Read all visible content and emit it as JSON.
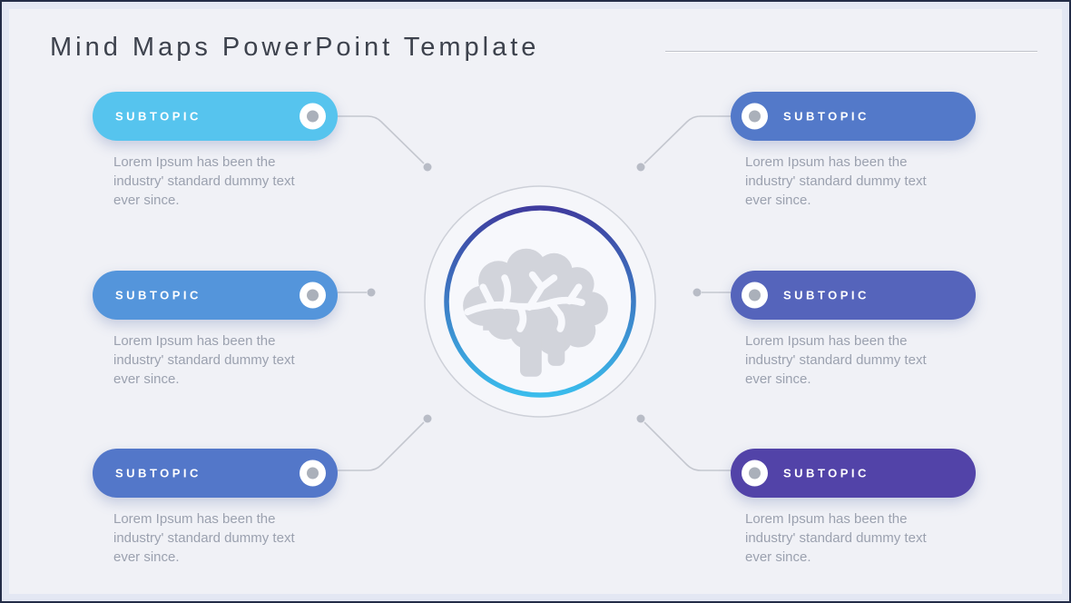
{
  "slide": {
    "title": "Mind Maps PowerPoint Template"
  },
  "colors": {
    "edge": "#232c47",
    "frame": "#e3e7f3",
    "background": "#f0f1f6",
    "title_text": "#3d424d",
    "divider": "#bfc2ca",
    "connector": "#c4c7cf",
    "connector_dot": "#b8bcc6",
    "pill_text": "#ffffff",
    "marker_outer": "#ffffff",
    "marker_inner": "#aab0ba",
    "body_text": "#9ba1af",
    "circle_fill": "#f5f6fa",
    "circle_border": "#cdd0d8",
    "circle_inner": "#f7f8fc",
    "ring_top": "#3f3c9e",
    "ring_bottom": "#3abcec",
    "brain": "#d2d4db"
  },
  "center": {
    "icon": "brain-icon"
  },
  "nodes": {
    "left": [
      {
        "label": "SUBTOPIC",
        "color": "#56C4EE",
        "lines": [
          "Lorem Ipsum has been the",
          "industry' standard dummy text",
          "ever since."
        ]
      },
      {
        "label": "SUBTOPIC",
        "color": "#5495DB",
        "lines": [
          "Lorem Ipsum has been the",
          "industry' standard dummy text",
          "ever since."
        ]
      },
      {
        "label": "SUBTOPIC",
        "color": "#5377C9",
        "lines": [
          "Lorem Ipsum has been the",
          "industry' standard dummy text",
          "ever since."
        ]
      }
    ],
    "right": [
      {
        "label": "SUBTOPIC",
        "color": "#5379C9",
        "lines": [
          "Lorem Ipsum has been the",
          "industry' standard dummy text",
          "ever since."
        ]
      },
      {
        "label": "SUBTOPIC",
        "color": "#5564BB",
        "lines": [
          "Lorem Ipsum has been the",
          "industry' standard dummy text",
          "ever since."
        ]
      },
      {
        "label": "SUBTOPIC",
        "color": "#5243A8",
        "lines": [
          "Lorem Ipsum has been the",
          "industry' standard dummy text",
          "ever since."
        ]
      }
    ]
  }
}
